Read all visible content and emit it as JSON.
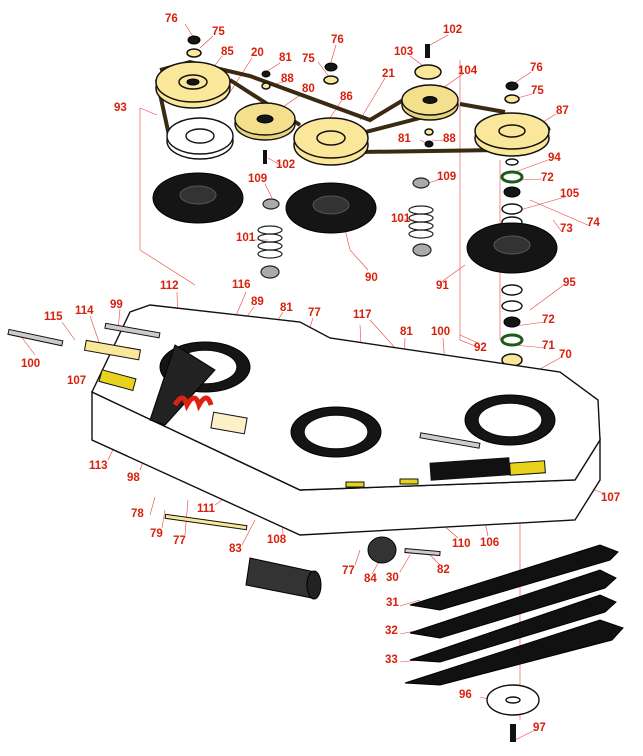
{
  "diagram": {
    "title": "Mower deck exploded parts diagram",
    "callout_color": "#d8200c",
    "pulley_color": "#fbe79a",
    "decal_color": "#e8d21c"
  },
  "callouts": [
    "76",
    "75",
    "85",
    "20",
    "81",
    "88",
    "80",
    "93",
    "76",
    "75",
    "86",
    "21",
    "102",
    "103",
    "104",
    "76",
    "75",
    "87",
    "81",
    "88",
    "94",
    "72",
    "105",
    "74",
    "73",
    "102",
    "109",
    "109",
    "101",
    "101",
    "90",
    "91",
    "95",
    "112",
    "116",
    "89",
    "81",
    "77",
    "117",
    "115",
    "114",
    "99",
    "100",
    "107",
    "81",
    "100",
    "92",
    "72",
    "71",
    "70",
    "113",
    "98",
    "78",
    "111",
    "79",
    "77",
    "83",
    "108",
    "107",
    "110",
    "106",
    "77",
    "84",
    "30",
    "82",
    "31",
    "32",
    "33",
    "96",
    "97"
  ]
}
